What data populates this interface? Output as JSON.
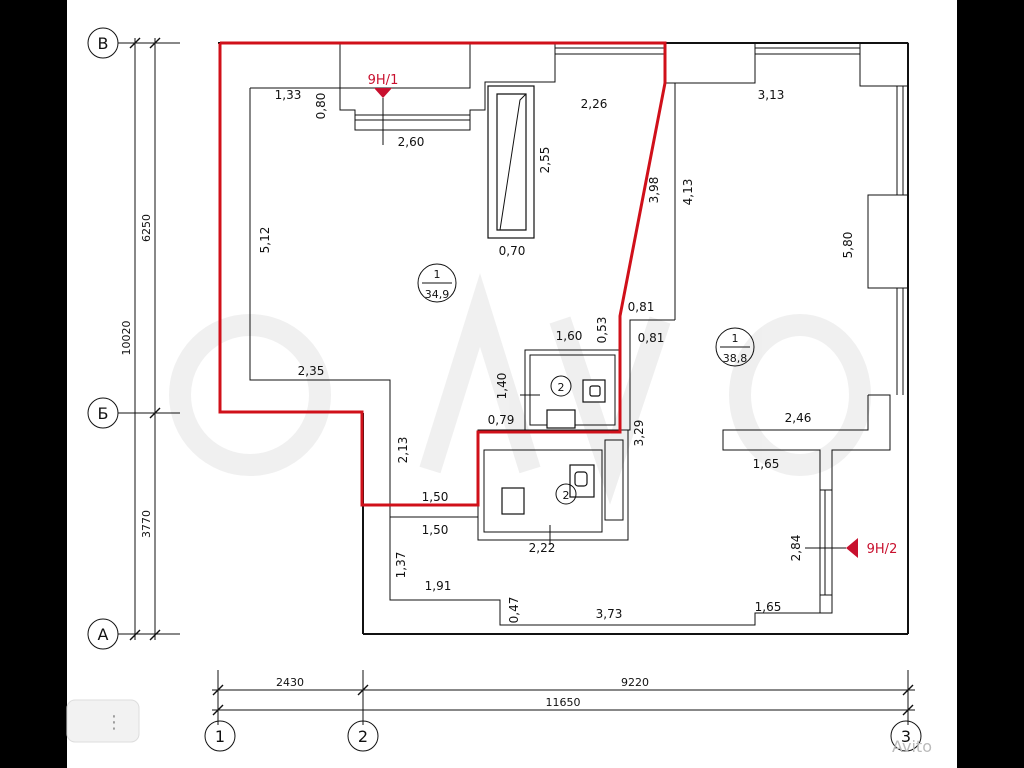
{
  "grid_rows": {
    "v": "В",
    "b": "Б",
    "a": "А"
  },
  "grid_cols": {
    "c1": "1",
    "c2": "2",
    "c3": "3"
  },
  "vertical_dims": {
    "top": "6250",
    "total": "10020",
    "bottom": "3770"
  },
  "horizontal_dims": {
    "left": "2430",
    "right": "9220",
    "total": "11650"
  },
  "rooms": {
    "room1_left": {
      "num": "1",
      "area": "34,9"
    },
    "room1_right": {
      "num": "1",
      "area": "38,8"
    },
    "bath_upper": {
      "num": "2"
    },
    "bath_lower": {
      "num": "2"
    }
  },
  "section_marks": {
    "mark1": "9Н/1",
    "mark2": "9Н/2"
  },
  "interior_dims": {
    "d_133": "1,33",
    "d_080": "0,80",
    "d_260": "2,60",
    "d_226": "2,26",
    "d_313": "3,13",
    "d_255": "2,55",
    "d_398": "3,98",
    "d_413": "4,13",
    "d_512": "5,12",
    "d_070": "0,70",
    "d_580": "5,80",
    "d_081a": "0,81",
    "d_053": "0,53",
    "d_160": "1,60",
    "d_081b": "0,81",
    "d_235": "2,35",
    "d_140": "1,40",
    "d_079": "0,79",
    "d_329": "3,29",
    "d_246": "2,46",
    "d_165a": "1,65",
    "d_213": "2,13",
    "d_150a": "1,50",
    "d_150b": "1,50",
    "d_222": "2,22",
    "d_284": "2,84",
    "d_137": "1,37",
    "d_191": "1,91",
    "d_047": "0,47",
    "d_373": "3,73",
    "d_165b": "1,65"
  },
  "overlay": {
    "dots": "⋮",
    "watermark": "Avito"
  },
  "colors": {
    "accent_red": "#c8102e",
    "line": "#111111"
  }
}
